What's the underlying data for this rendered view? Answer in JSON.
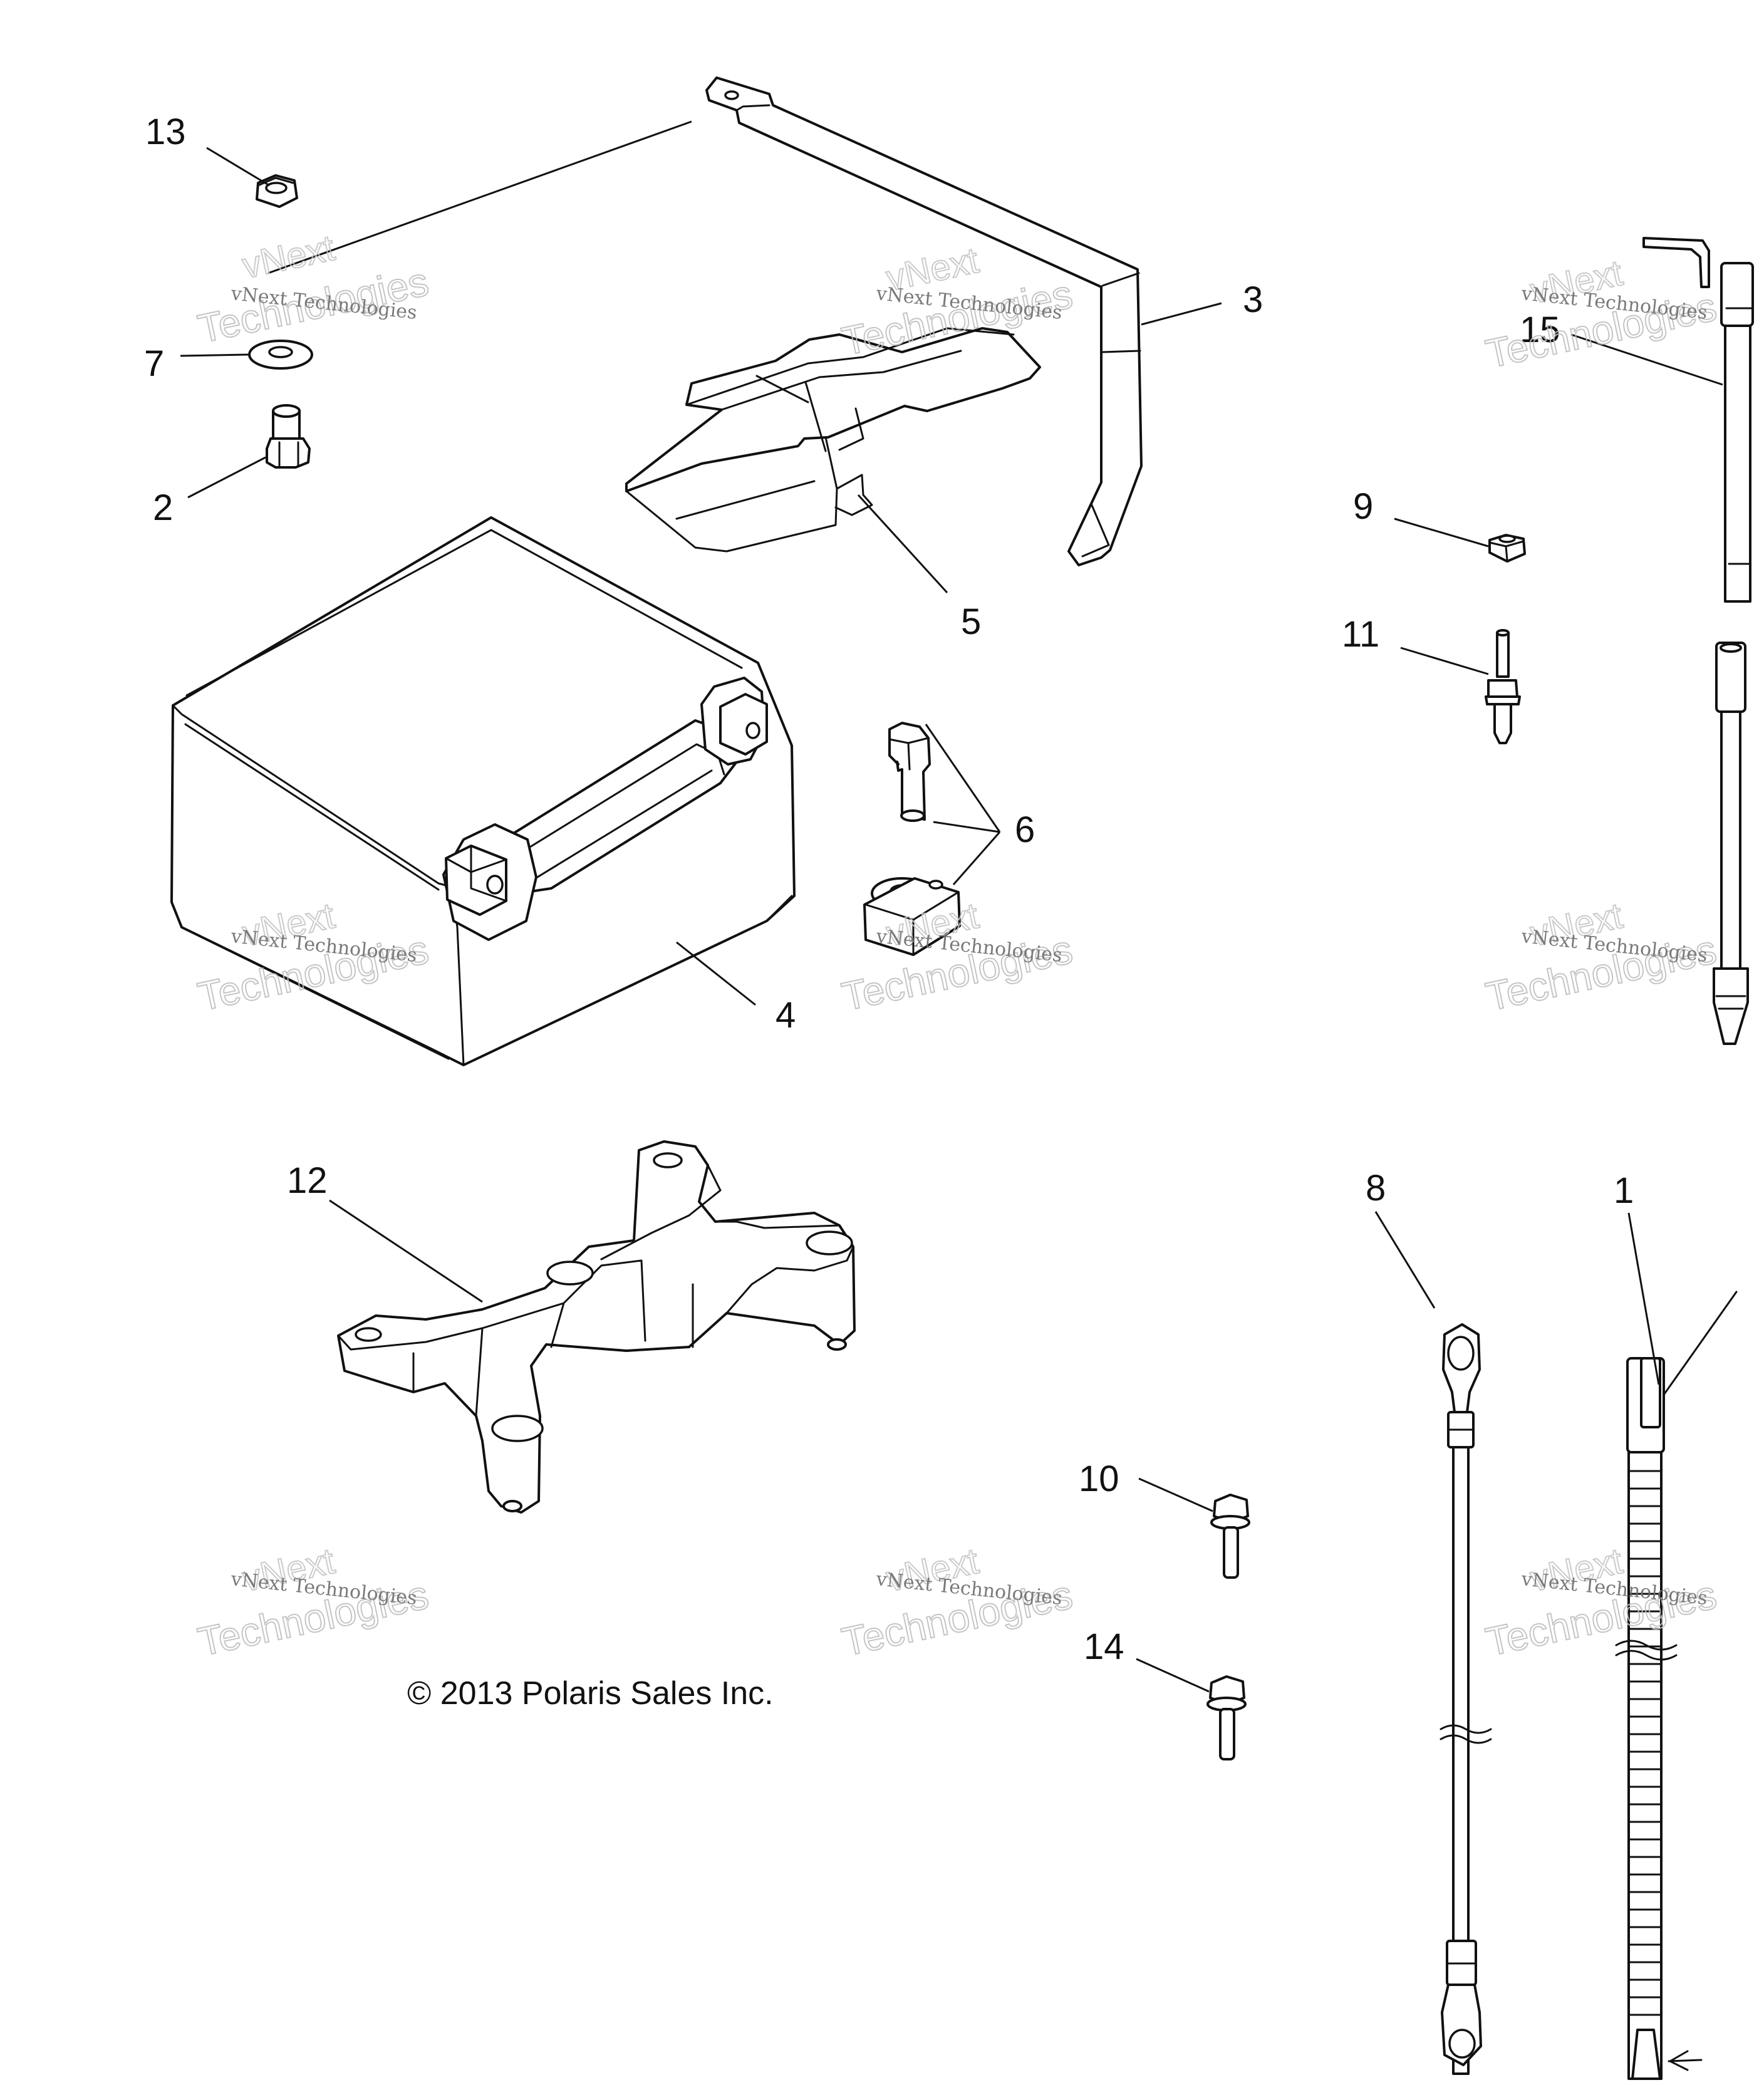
{
  "callouts": {
    "c1": "1",
    "c2": "2",
    "c3": "3",
    "c4": "4",
    "c5": "5",
    "c6": "6",
    "c7": "7",
    "c8": "8",
    "c9": "9",
    "c10": "10",
    "c11": "11",
    "c12": "12",
    "c13": "13",
    "c14": "14",
    "c15": "15"
  },
  "copyright": "© 2013 Polaris Sales Inc.",
  "watermark": {
    "line1": "vNext Technologies",
    "line2": "Technologies",
    "line0": "vNext"
  },
  "colors": {
    "ink": "#111111",
    "watermark": "#bfbfbf",
    "paper": "#ffffff"
  }
}
